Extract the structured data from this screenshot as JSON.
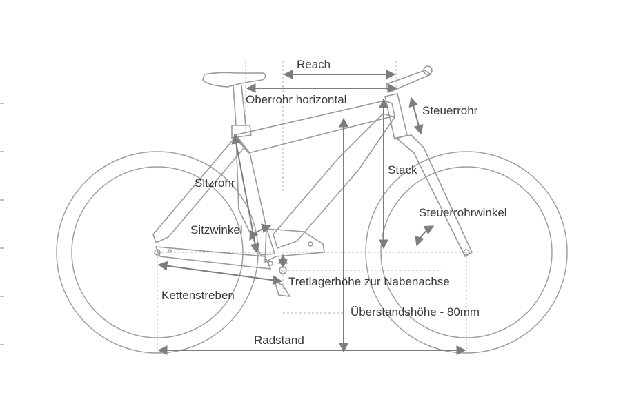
{
  "labels": {
    "reach": "Reach",
    "top_tube": "Oberrohr horizontal",
    "head_tube": "Steuerrohr",
    "stack": "Stack",
    "seat_tube": "Sitzrohr",
    "seat_angle": "Sitzwinkel",
    "head_angle": "Steuerrohrwinkel",
    "bb_height": "Tretlagerhöhe zur Nabenachse",
    "chainstays": "Kettenstreben",
    "standover": "Überstandshöhe - 80mm",
    "wheelbase": "Radstand"
  },
  "colors": {
    "frame_stroke": "#9a9a9a",
    "dimension_arrow": "#7d7d7d",
    "text": "#3a3a3a",
    "background": "#ffffff"
  }
}
